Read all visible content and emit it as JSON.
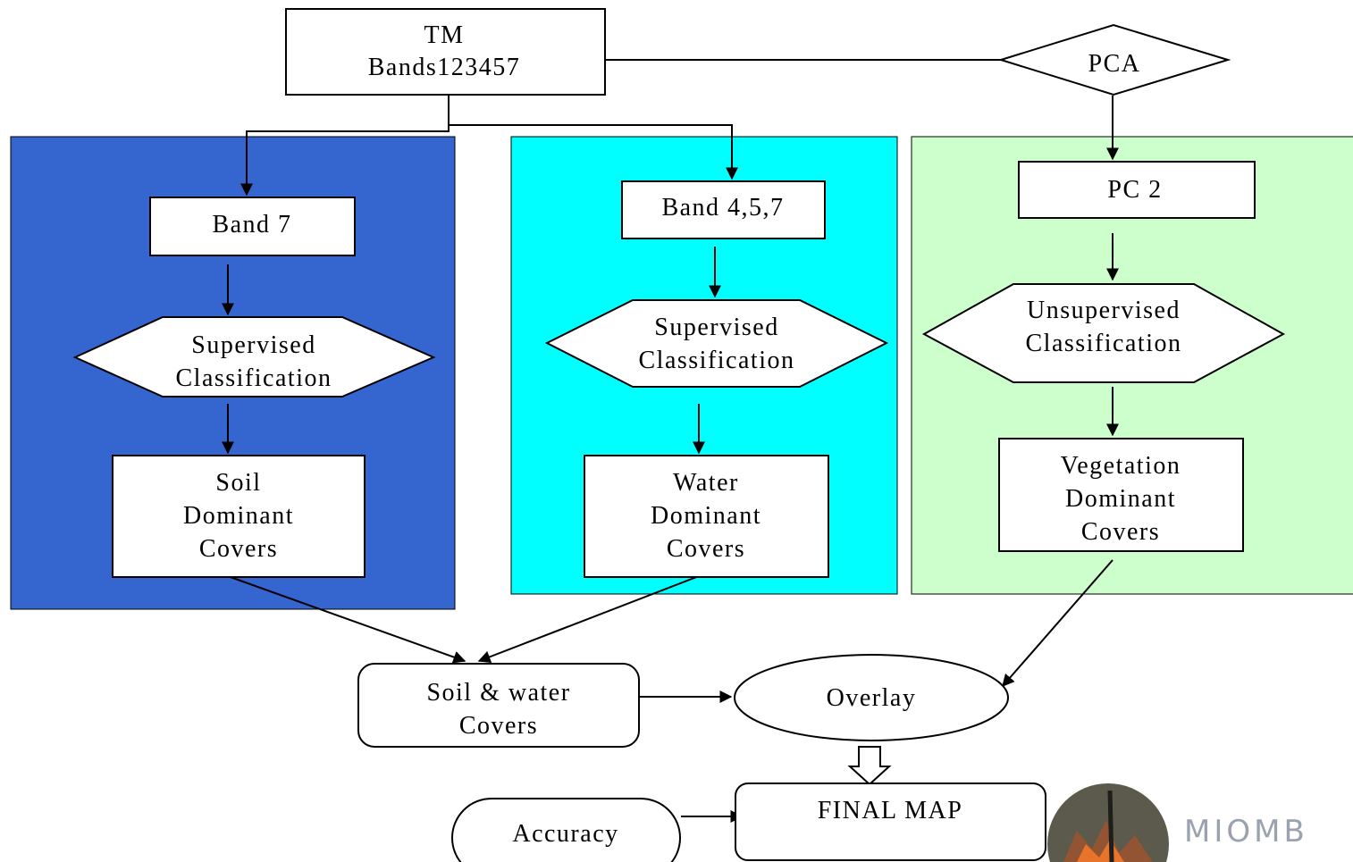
{
  "colors": {
    "soil_panel": "#3565CF",
    "water_panel": "#00FFFF",
    "vegetation_panel": "#CCFFCC",
    "node_fill": "#FFFFFF",
    "line": "#000000"
  },
  "nodes": {
    "tm_bands": {
      "line1": "TM",
      "line2": "Bands123457"
    },
    "pca": {
      "label": "PCA"
    },
    "band7": {
      "label": "Band 7"
    },
    "band457": {
      "label": "Band 4,5,7"
    },
    "pc2": {
      "label": "PC 2"
    },
    "supervised_soil": {
      "line1": "Supervised",
      "line2": "Classification"
    },
    "supervised_water": {
      "line1": "Supervised",
      "line2": "Classification"
    },
    "unsupervised": {
      "line1": "Unsupervised",
      "line2": "Classification"
    },
    "soil_covers": {
      "line1": "Soil",
      "line2": "Dominant",
      "line3": "Covers"
    },
    "water_covers": {
      "line1": "Water",
      "line2": "Dominant",
      "line3": "Covers"
    },
    "vegetation_covers": {
      "line1": "Vegetation",
      "line2": "Dominant",
      "line3": "Covers"
    },
    "soil_water": {
      "line1": "Soil & water",
      "line2": "Covers"
    },
    "overlay": {
      "label": "Overlay"
    },
    "final_map": {
      "label": "FINAL MAP"
    },
    "accuracy": {
      "label": "Accuracy"
    }
  },
  "logo": {
    "text": "MIOMB",
    "icon": "forest-fire-photo-icon"
  }
}
